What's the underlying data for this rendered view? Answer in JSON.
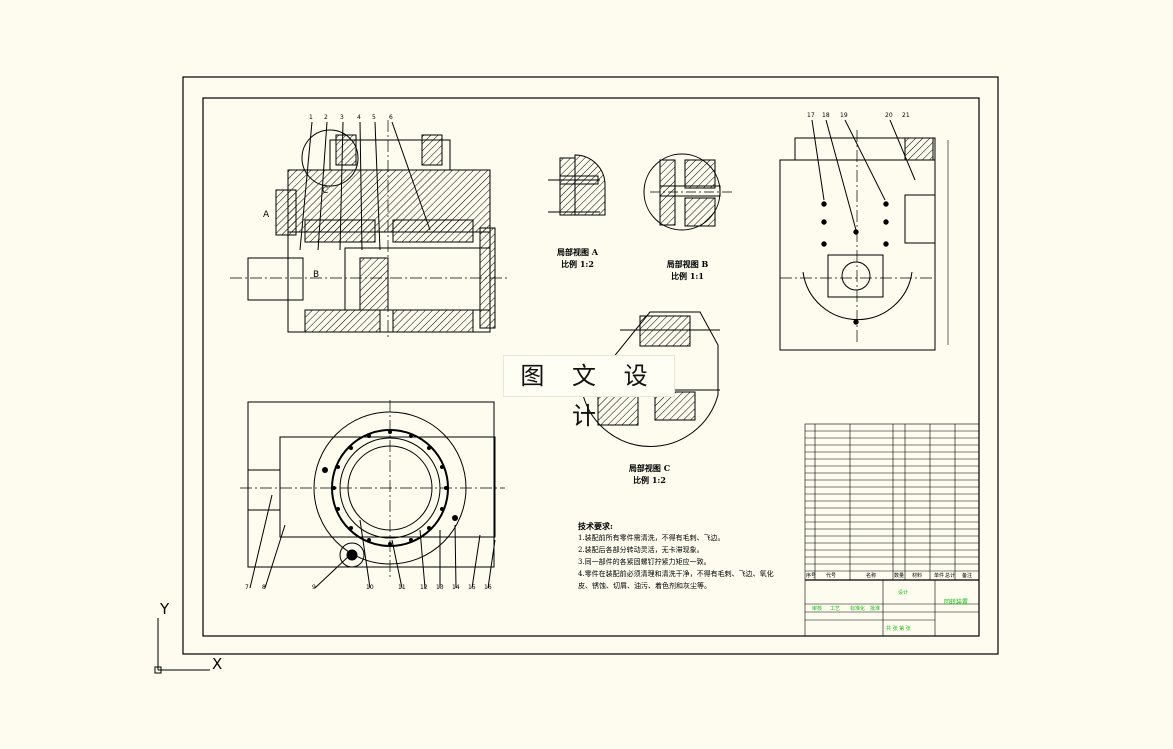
{
  "watermark": "图 文 设 计",
  "views": {
    "detail_a": {
      "title": "局部视图 A",
      "scale": "比例 1:2"
    },
    "detail_b": {
      "title": "局部视图 B",
      "scale": "比例 1:1"
    },
    "detail_c": {
      "title": "局部视图 C",
      "scale": "比例 1:2"
    }
  },
  "section_markers": {
    "a": "A",
    "b": "B",
    "c": "C"
  },
  "tech_requirements": {
    "heading": "技术要求:",
    "lines": [
      "1.装配前所有零件需清洗，不得有毛刺、飞边。",
      "2.装配后各部分转动灵活，无卡滞现象。",
      "3.同一部件的各紧固螺钉拧紧力矩应一致。",
      "4.零件在装配前必须清理和清洗干净，不得有毛刺、飞边、氧化皮、锈蚀、切屑、油污、着色剂和灰尘等。"
    ]
  },
  "part_numbers_front": [
    "1",
    "2",
    "3",
    "4",
    "5",
    "6"
  ],
  "part_numbers_side": [
    "17",
    "18",
    "19",
    "20",
    "21"
  ],
  "part_numbers_bottom": [
    "7",
    "8",
    "9",
    "10",
    "11",
    "12",
    "13",
    "14",
    "15",
    "16"
  ],
  "title_block": {
    "headers": [
      "序号",
      "代号",
      "名称",
      "数量",
      "材料",
      "单件",
      "总计",
      "备注"
    ],
    "green_cells": [
      "回转装置",
      "设计",
      "审核",
      "工艺",
      "标准化",
      "批准"
    ],
    "sheet_info": "共 张 第 张"
  },
  "ucs": {
    "x": "X",
    "y": "Y"
  },
  "colors": {
    "background": "#fdfcef",
    "lines": "#000000",
    "title_text": "#12c312"
  }
}
